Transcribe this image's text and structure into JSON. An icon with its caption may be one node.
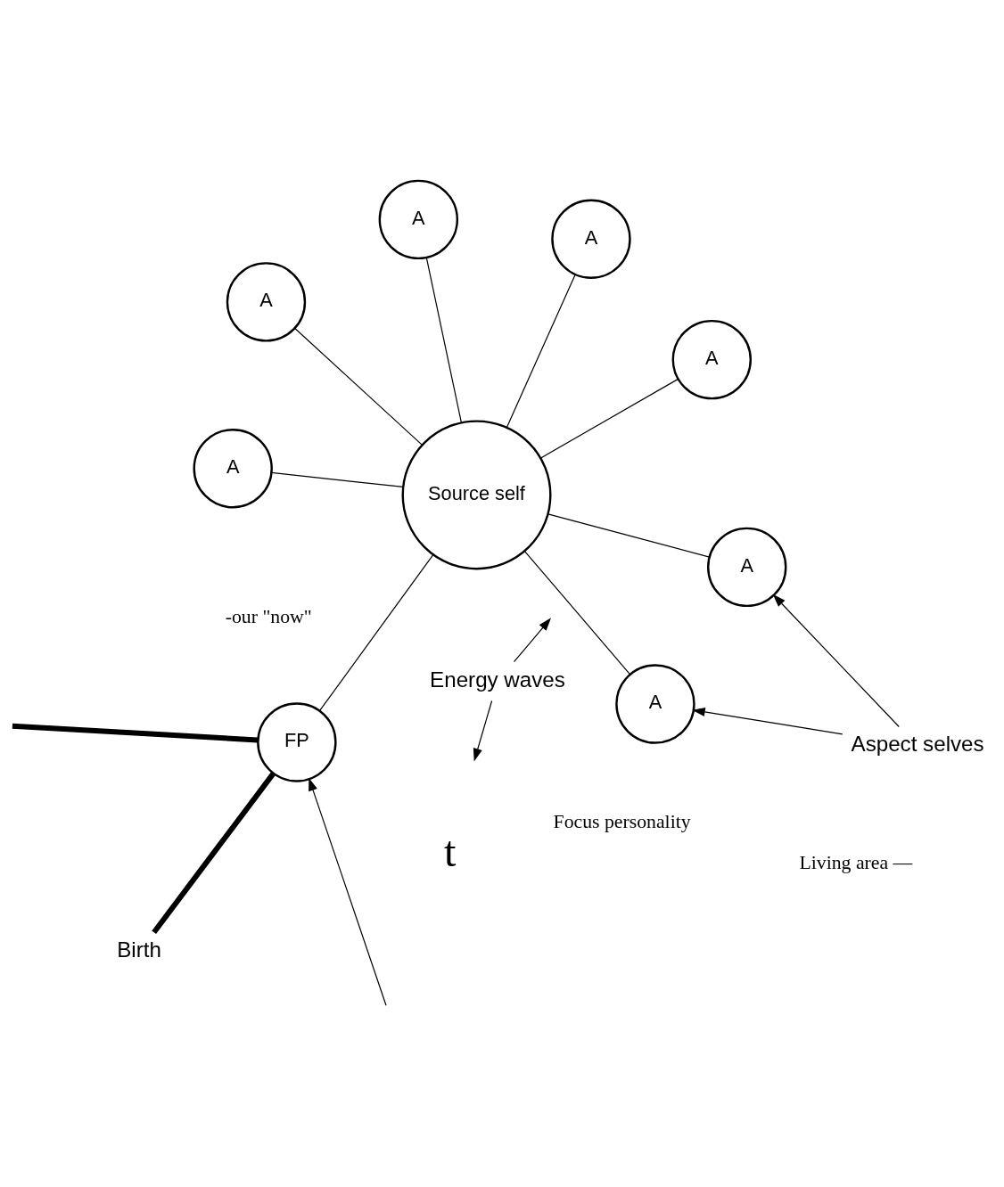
{
  "diagram": {
    "nodes": [
      {
        "text": [
          "Source self"
        ]
      },
      {
        "text": [
          "A"
        ]
      },
      {
        "text": [
          "A"
        ]
      },
      {
        "text": [
          "A"
        ]
      },
      {
        "text": [
          "A"
        ]
      },
      {
        "text": [
          "A"
        ]
      },
      {
        "text": [
          "A"
        ]
      },
      {
        "text": [
          "A"
        ]
      },
      {
        "text": [
          "FP"
        ]
      },
      {
        "text": [
          "Aspect selves"
        ]
      },
      {
        "text": [
          "Energy waves"
        ]
      },
      {
        "text": [
          "Birth"
        ]
      }
    ],
    "edges": [
      {
        "from": 9,
        "to": 1,
        "arrow": "to"
      },
      {
        "from": 9,
        "to": 2,
        "arrow": "to"
      },
      {
        "from": 10,
        "to": null,
        "arrow": "to"
      },
      {
        "from": 10,
        "to": null,
        "arrow": "to"
      },
      {
        "from": 1,
        "to": 0,
        "arrow": "none"
      },
      {
        "from": 2,
        "to": 0,
        "arrow": "none"
      },
      {
        "from": 3,
        "to": 0,
        "arrow": "none"
      },
      {
        "from": 4,
        "to": 0,
        "arrow": "none"
      },
      {
        "from": 0,
        "to": 5,
        "arrow": "none"
      },
      {
        "from": 0,
        "to": 6,
        "arrow": "none"
      },
      {
        "from": 0,
        "to": 7,
        "arrow": "none"
      },
      {
        "from": 0,
        "to": 8,
        "arrow": "none"
      },
      {
        "from": 11,
        "to": 8,
        "arrow": "none",
        "style": "thick"
      },
      {
        "from": 8,
        "to": null,
        "arrow": "none",
        "style": "thick"
      },
      {
        "from": null,
        "to": 8,
        "arrow": "to"
      }
    ],
    "labels": [
      "Living area —",
      "-our \"now\"",
      "t",
      "Focus personality"
    ]
  }
}
